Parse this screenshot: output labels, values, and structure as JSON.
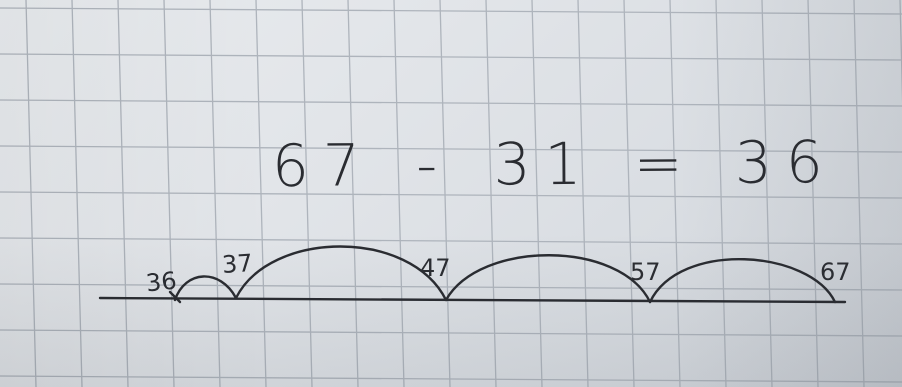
{
  "equation": {
    "minuend": "67",
    "minus": "-",
    "subtrahend": "31",
    "equals": "=",
    "result": "36"
  },
  "number_line": {
    "labels": [
      "36",
      "37",
      "47",
      "57",
      "67"
    ]
  },
  "colors": {
    "paper": "#e6e9ec",
    "grid_line": "#aeb4bc",
    "ink": "#2a2c31"
  }
}
